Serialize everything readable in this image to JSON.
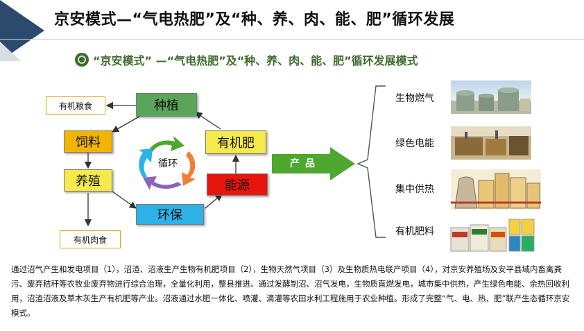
{
  "title": "京安模式—“气电热肥”及“种、养、肉、能、肥”循环发展",
  "subtitle": "“京安模式” —“气电热肥”及“种、养、肉、能、肥”循环发展模式",
  "cycle": {
    "center_label": "循环",
    "nodes": {
      "planting": "种植",
      "feed": "饲料",
      "breeding": "养殖",
      "environmental": "环保",
      "energy": "能源",
      "fertilizer": "有机肥"
    },
    "outputs": {
      "grain": "有机粮食",
      "meat": "有机肉食"
    }
  },
  "products": {
    "arrow_label": "产品",
    "items": [
      "生物燃气",
      "绿色电能",
      "集中供热",
      "有机肥料"
    ]
  },
  "description": "通过沼气产生和发电项目（1），沼渣、沼液生产生物有机肥项目（2），生物天然气项目（3）及生物质热电联产项目（4），对京安养殖场及安平县域内畜禽粪污、废弃秸秆等农牧业废弃物进行综合治理，全量化利用，整县推进。通过发酵制沼、沼气发电，生物质直燃发电，城市集中供热，产生绿色电能、余热回收利用，沼渣沼液及草木灰生产有机肥等产业。沼液通过水肥一体化、喷灌、滴灌等农田水利工程施用于农业种植。形成了完整“气、电、热、肥”联产生态循环京安模式。",
  "colors": {
    "green_box": "#5aa55a",
    "yellow_box": "#f5e94c",
    "orange_box": "#f3b400",
    "red_box": "#e8150c",
    "blue_box": "#2eb2e6",
    "arrow_green": "#4ea72e",
    "subtitle_green": "#3d6b2e",
    "corner_blue": "#2b4a6e"
  }
}
